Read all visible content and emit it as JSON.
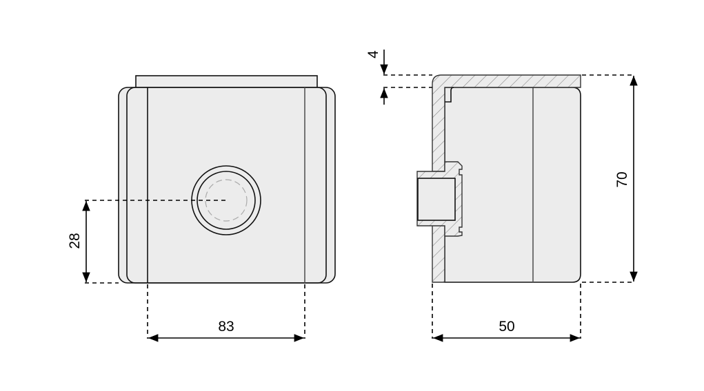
{
  "drawing": {
    "front_view": {
      "dimensions": {
        "center_height": "28",
        "width": "83"
      }
    },
    "side_view": {
      "dimensions": {
        "lid_thickness": "4",
        "height": "70",
        "depth": "50"
      }
    },
    "colors": {
      "body_fill": "#ececec",
      "line": "#111111",
      "hatch": "#888888"
    }
  }
}
